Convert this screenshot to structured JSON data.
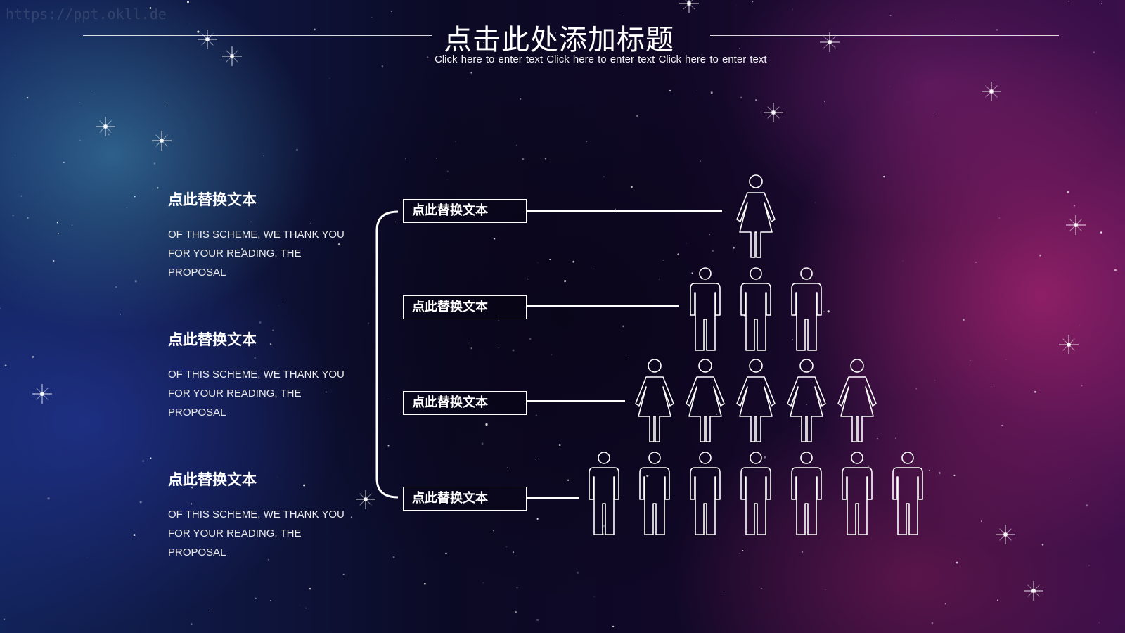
{
  "watermark": "https://ppt.okll.de",
  "header": {
    "title": "点击此处添加标题",
    "subtitle": "Click here to enter text   Click here to enter text   Click here to enter text"
  },
  "left_items": [
    {
      "heading": "点此替换文本",
      "body": "OF THIS SCHEME, WE THANK YOU FOR YOUR READING, THE PROPOSAL"
    },
    {
      "heading": "点此替换文本",
      "body": "OF THIS SCHEME, WE THANK YOU FOR YOUR READING, THE PROPOSAL"
    },
    {
      "heading": "点此替换文本",
      "body": "OF THIS SCHEME, WE THANK YOU FOR YOUR READING, THE PROPOSAL"
    }
  ],
  "pyramid": {
    "levels": [
      {
        "label": "点此替换文本",
        "count": 1,
        "figure": "female-person-icon"
      },
      {
        "label": "点此替换文本",
        "count": 3,
        "figure": "male-person-icon"
      },
      {
        "label": "点此替换文本",
        "count": 5,
        "figure": "female-person-icon"
      },
      {
        "label": "点此替换文本",
        "count": 7,
        "figure": "male-person-icon"
      }
    ]
  },
  "colors": {
    "line": "#ffffff",
    "accent_blue": "#12235a",
    "accent_pink": "#be2878"
  }
}
